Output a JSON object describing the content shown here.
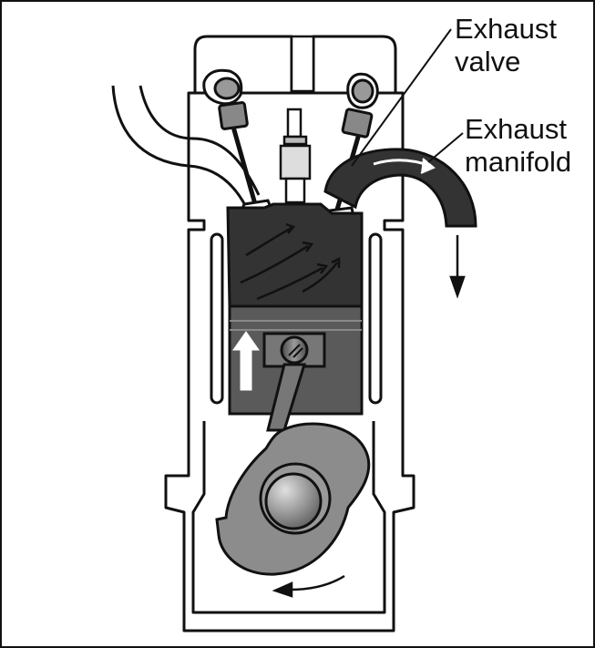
{
  "labels": {
    "exhaust_valve": [
      "Exhaust",
      "valve"
    ],
    "exhaust_manifold": [
      "Exhaust",
      "manifold"
    ]
  },
  "colors": {
    "outline": "#111111",
    "chamber_gas": "#333333",
    "piston": "#5a5a5a",
    "crank": "#8c8c8c",
    "pin": "#b8b8b8",
    "arrow_light": "#ffffff"
  },
  "icons": {
    "piston_direction": "up-arrow-icon",
    "exhaust_flow": "down-arrow-icon",
    "crank_rotation": "counterclockwise-arrow-icon"
  }
}
